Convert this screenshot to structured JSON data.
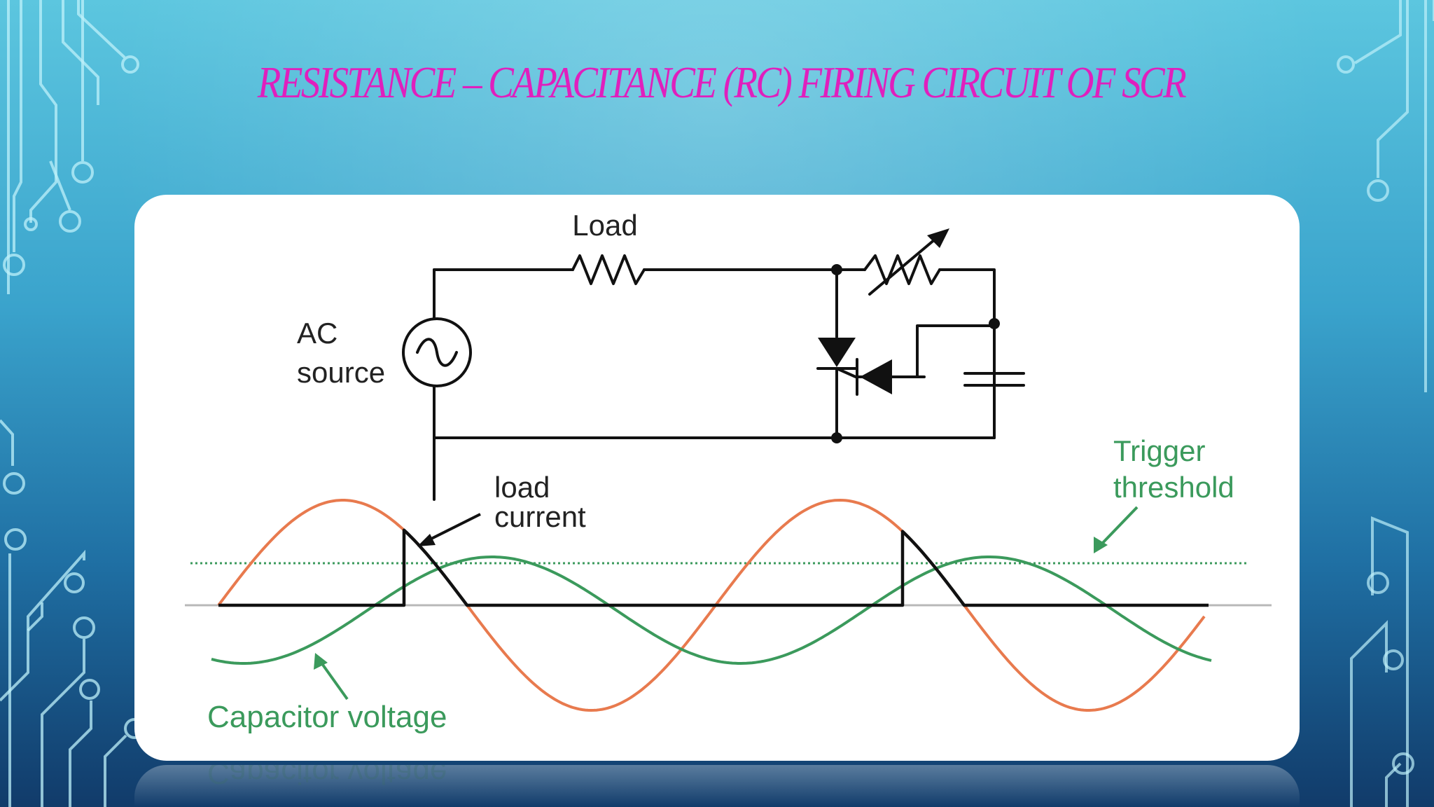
{
  "slide": {
    "title": "Resistance – Capacitance (RC) Firing Circuit of SCR"
  },
  "diagram": {
    "labels": {
      "load": "Load",
      "ac_source_line1": "AC",
      "ac_source_line2": "source",
      "load_current_line1": "load",
      "load_current_line2": "current",
      "trigger_line1": "Trigger",
      "trigger_line2": "threshold",
      "capacitor_voltage": "Capacitor voltage"
    },
    "colors": {
      "source_wave": "#e87a4e",
      "capacitor_wave": "#3b9a5c",
      "load_current": "#111111",
      "threshold": "#3b9a5c",
      "title": "#e01fbd"
    }
  }
}
